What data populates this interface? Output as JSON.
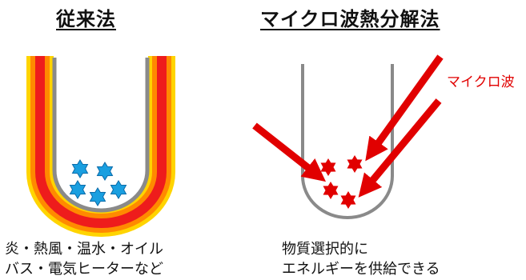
{
  "left": {
    "title": "従来法",
    "caption_line1": "炎・熱風・温水・オイル",
    "caption_line2": "バス・電気ヒーターなど"
  },
  "right": {
    "title": "マイクロ波熱分解法",
    "arrow_label": "マイクロ波",
    "caption_line1": "物質選択的に",
    "caption_line2": "エネルギーを供給できる"
  },
  "colors": {
    "heat_outer": "#ffd400",
    "heat_mid": "#ff7a00",
    "heat_core": "#e8001c",
    "vessel": "#8a8a8a",
    "molecule_conventional": "#1a9fe0",
    "molecule_microwave": "#e10000",
    "arrow": "#e10000"
  },
  "icons": {
    "molecule": "star-icon",
    "arrow": "arrow-icon"
  }
}
